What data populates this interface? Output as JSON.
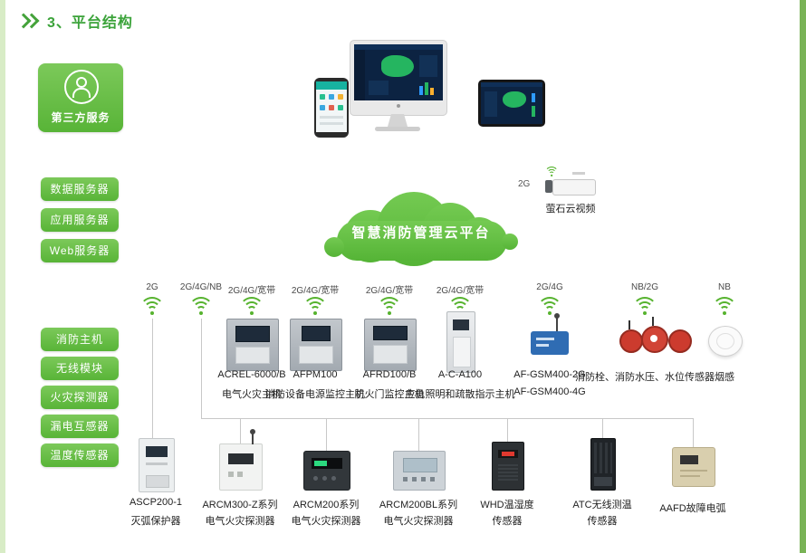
{
  "header": {
    "title": "3、平台结构"
  },
  "third_party": {
    "label": "第三方服务"
  },
  "servers": [
    "数据服务器",
    "应用服务器",
    "Web服务器"
  ],
  "cloud": {
    "label": "智慧消防管理云平台"
  },
  "camera": {
    "network": "2G",
    "label": "萤石云视频"
  },
  "modules": [
    "消防主机",
    "无线模块",
    "火灾探测器",
    "漏电互感器",
    "温度传感器"
  ],
  "mid_row": [
    {
      "network": "2G"
    },
    {
      "network": "2G/4G/NB"
    },
    {
      "network": "2G/4G/宽带",
      "model": "ACREL-6000/B",
      "name": "电气火灾主机"
    },
    {
      "network": "2G/4G/宽带",
      "model": "AFPM100",
      "name": "消防设备电源监控主机"
    },
    {
      "network": "2G/4G/宽带",
      "model": "AFRD100/B",
      "name": "防火门监控主机"
    },
    {
      "network": "2G/4G/宽带",
      "model": "A-C-A100",
      "name": "应急照明和疏散指示主机"
    },
    {
      "network": "2G/4G",
      "model": "AF-GSM400-2G",
      "model2": "AF-GSM400-4G"
    },
    {
      "network": "NB/2G",
      "name": "消防栓、消防水压、水位传感器"
    },
    {
      "network": "NB",
      "name": "烟感"
    }
  ],
  "bottom_row": [
    {
      "model": "ASCP200-1",
      "name": "灭弧保护器"
    },
    {
      "model": "ARCM300-Z系列",
      "name": "电气火灾探测器"
    },
    {
      "model": "ARCM200系列",
      "name": "电气火灾探测器"
    },
    {
      "model": "ARCM200BL系列",
      "name": "电气火灾探测器"
    },
    {
      "model": "WHD温湿度",
      "name": "传感器"
    },
    {
      "model": "ATC无线测温",
      "name": "传感器"
    },
    {
      "model": "AAFD故障电弧"
    }
  ],
  "colors": {
    "accent_green": "#56b32e",
    "title_green": "#3ba33a"
  }
}
